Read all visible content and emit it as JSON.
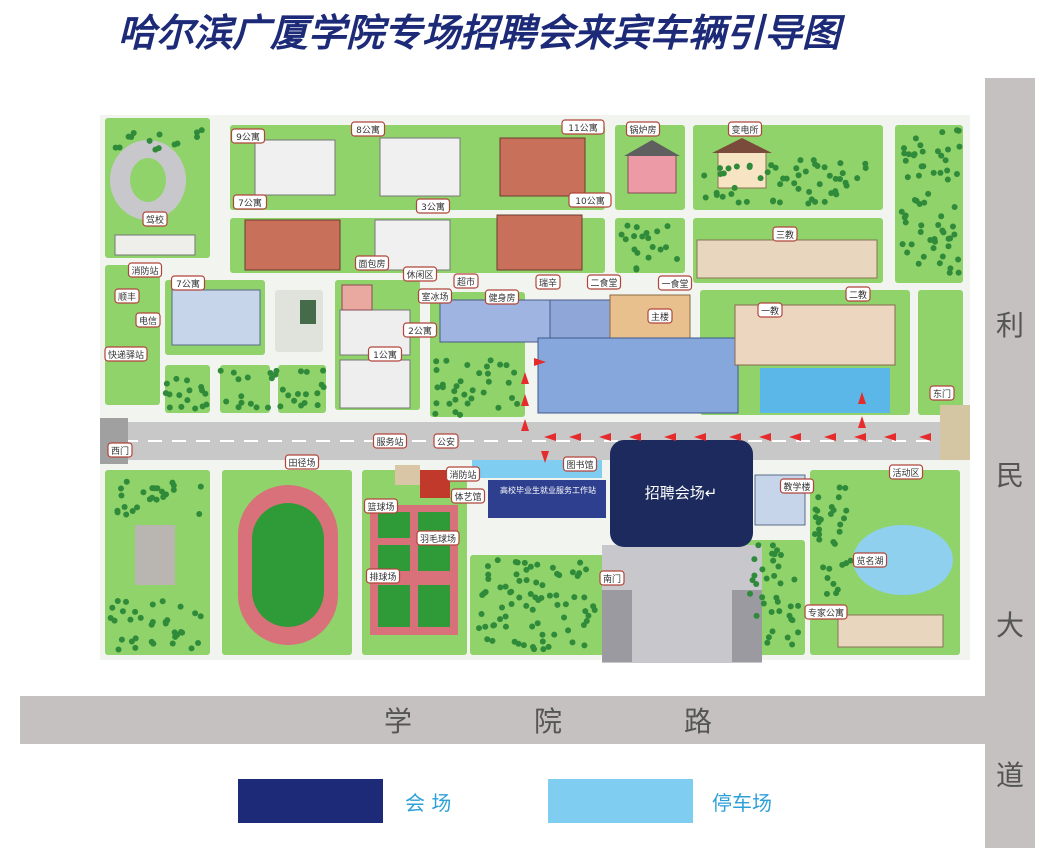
{
  "title": "哈尔滨广厦学院专场招聘会来宾车辆引导图",
  "roads": {
    "east": [
      "利",
      "民",
      "大",
      "道"
    ],
    "south": [
      "学",
      "院",
      "路"
    ]
  },
  "venue_label": "招聘会场↵",
  "buildings": {
    "apt9": "9公寓",
    "apt8": "8公寓",
    "apt11": "11公寓",
    "boiler": "锅炉房",
    "substation": "变电所",
    "apt7a": "7公寓",
    "apt3": "3公寓",
    "apt10": "10公寓",
    "driving_school": "驾校",
    "fire_station_n": "消防站",
    "canteen_n": "面包房",
    "rest_area": "休闲区",
    "apt7b": "7公寓",
    "supermarket": "超市",
    "gym": "健身房",
    "ice_room": "室冰场",
    "ruixin": "瑞辛",
    "canteen2": "二食堂",
    "canteen1": "一食堂",
    "bldg3": "三教",
    "bldg2": "二教",
    "bldg1": "一教",
    "main_bldg": "主楼",
    "apt2": "2公寓",
    "apt1": "1公寓",
    "steamer": "顺丰",
    "telecom": "电信",
    "delivery": "快递驿站",
    "east_gate": "东门",
    "west_gate": "西门",
    "service": "服务站",
    "public": "公安",
    "track": "田径场",
    "fire_station_s": "消防站",
    "library": "图书馆",
    "arts": "体艺馆",
    "basketball": "篮球场",
    "badminton": "羽毛球场",
    "tennis": "排球场",
    "teaching": "教学楼",
    "activity": "活动区",
    "lake": "览名湖",
    "south_gate": "南门",
    "expert": "专家公寓"
  },
  "banner": "高校毕业生就业服务工作站",
  "legend": [
    {
      "label": "会 场",
      "color": "#1c2a78"
    },
    {
      "label": "停车场",
      "color": "#7fcdf0"
    }
  ]
}
